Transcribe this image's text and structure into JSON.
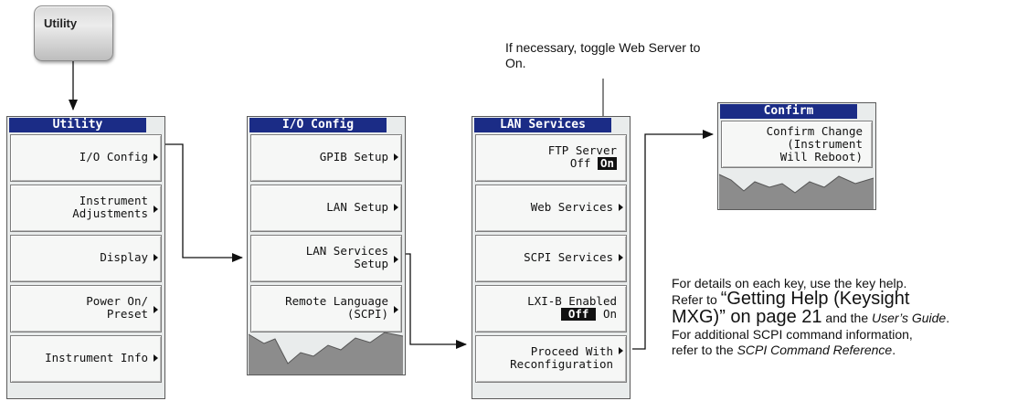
{
  "hardkey": {
    "label": "Utility"
  },
  "utility_menu": {
    "title": "Utility",
    "keys": [
      "I/O Config",
      "Instrument\nAdjustments",
      "Display",
      "Power On/\nPreset",
      "Instrument Info"
    ]
  },
  "io_menu": {
    "title": "I/O Config",
    "keys": [
      "GPIB Setup",
      "LAN Setup",
      "LAN Services\nSetup",
      "Remote Language\n(SCPI)"
    ]
  },
  "lan_menu": {
    "title": "LAN Services",
    "ftp_label": "FTP Server",
    "ftp_off": "Off",
    "ftp_on": "On",
    "web_services": "Web Services",
    "scpi_services": "SCPI Services",
    "lxi_label": "LXI-B Enabled",
    "lxi_off": "Off",
    "lxi_on": "On",
    "proceed": "Proceed With\nReconfiguration"
  },
  "confirm_menu": {
    "title": "Confirm",
    "text": "Confirm Change\n(Instrument\nWill Reboot)"
  },
  "notes": {
    "toggle_1": "If necessary, toggle Web Server to",
    "toggle_2": "On.",
    "help_1": "For details on each key, use the key help.",
    "help_2_prefix": "Refer to ",
    "help_2_link": "“Getting Help (Keysight",
    "help_3_link": "MXG)” on page 21",
    "help_3_mid": " and the ",
    "help_3_italic": "User’s Guide",
    "help_3_end": ".",
    "help_4": "For additional SCPI command information,",
    "help_5_prefix": "refer to the ",
    "help_5_italic": "SCPI Command Reference",
    "help_5_end": "."
  }
}
